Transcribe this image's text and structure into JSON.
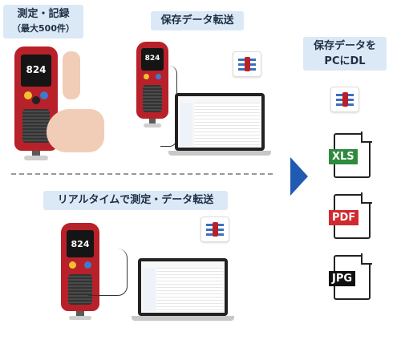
{
  "labels": {
    "measure_record": "測定・記録",
    "max_count": "（最大500件）",
    "transfer_saved": "保存データ転送",
    "download_line1": "保存データを",
    "download_line2": "PCにDL",
    "realtime": "リアルタイムで測定・データ転送"
  },
  "meter_reading": "824",
  "files": [
    {
      "name": "XLS",
      "color": "#2e8b3e"
    },
    {
      "name": "PDF",
      "color": "#d0292f"
    },
    {
      "name": "JPG",
      "color": "#111111"
    }
  ],
  "colors": {
    "label_bg": "#dbe9f7",
    "meter_red": "#b8202a",
    "arrow_blue": "#1f5bb0"
  }
}
